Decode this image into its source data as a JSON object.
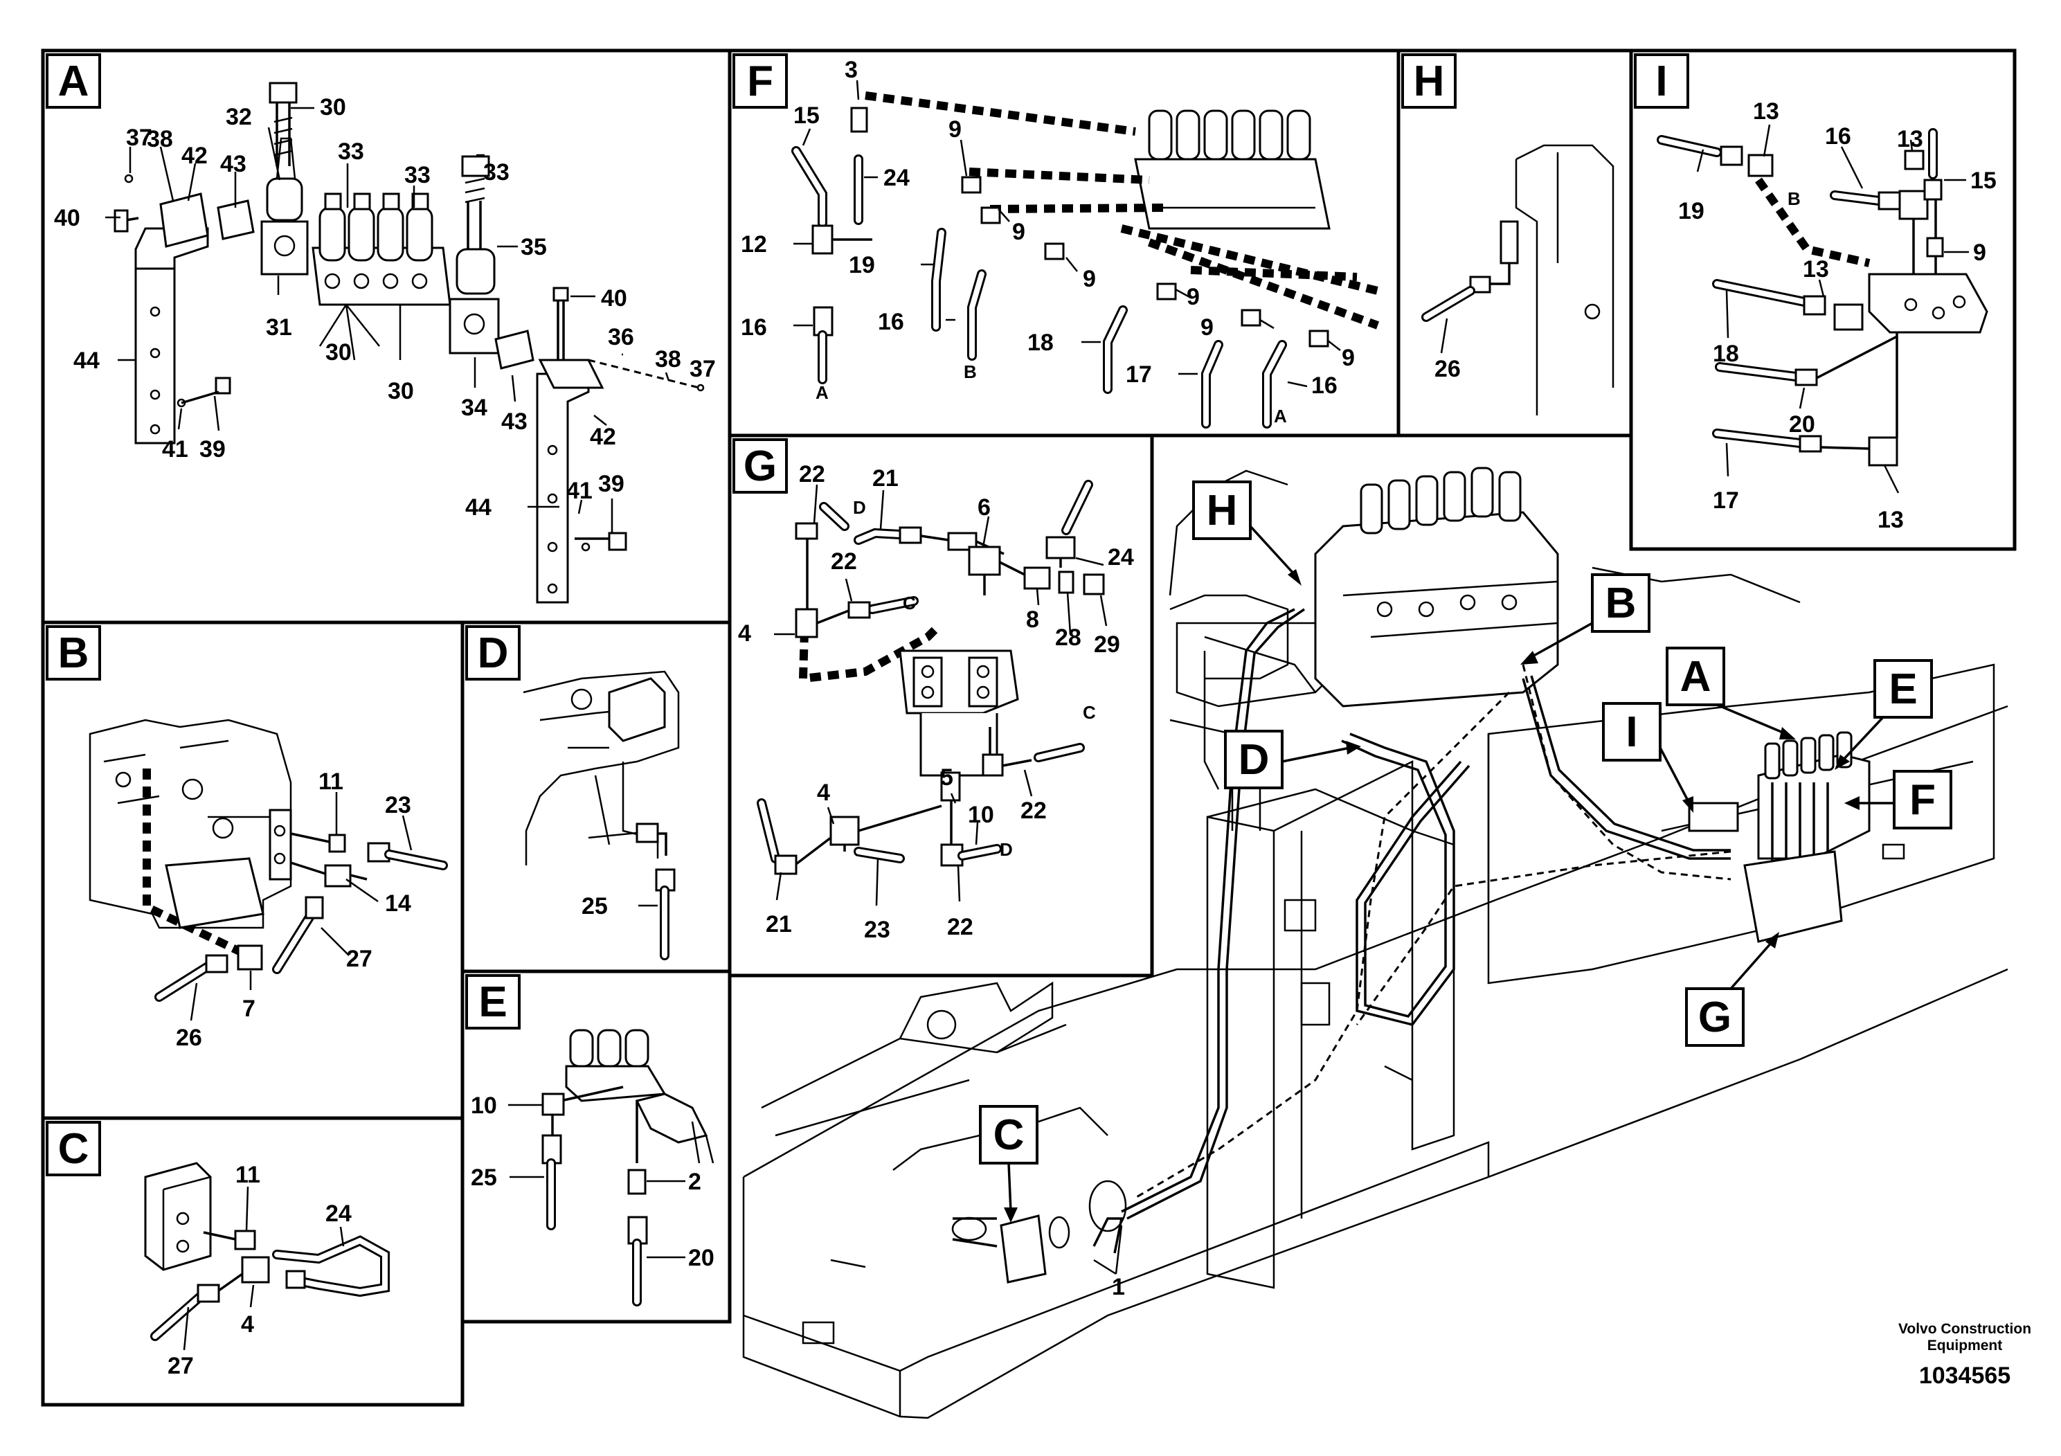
{
  "footer": {
    "brand_line1": "Volvo Construction",
    "brand_line2": "Equipment",
    "drawing_no": "1034565"
  },
  "panels": {
    "A": {
      "letter": "A",
      "labels": [
        "37",
        "38",
        "42",
        "43",
        "32",
        "30",
        "33",
        "33",
        "33",
        "40",
        "31",
        "30",
        "30",
        "35",
        "40",
        "36",
        "38",
        "37",
        "44",
        "41",
        "39",
        "34",
        "43",
        "42",
        "44",
        "41",
        "39"
      ]
    },
    "B": {
      "letter": "B",
      "labels": [
        "11",
        "23",
        "14",
        "27",
        "26",
        "7"
      ]
    },
    "C": {
      "letter": "C",
      "labels": [
        "11",
        "24",
        "4",
        "27"
      ]
    },
    "D": {
      "letter": "D",
      "labels": [
        "25"
      ]
    },
    "E": {
      "letter": "E",
      "labels": [
        "10",
        "25",
        "2",
        "20"
      ]
    },
    "F": {
      "letter": "F",
      "labels": [
        "3",
        "15",
        "9",
        "24",
        "12",
        "9",
        "19",
        "9",
        "16",
        "9",
        "18",
        "9",
        "16",
        "17",
        "9",
        "16"
      ],
      "ports": [
        "A",
        "B",
        "A"
      ]
    },
    "G": {
      "letter": "G",
      "labels": [
        "22",
        "21",
        "6",
        "24",
        "22",
        "4",
        "8",
        "28",
        "29",
        "5",
        "4",
        "10",
        "22",
        "21",
        "23",
        "22"
      ],
      "ports": [
        "D",
        "C",
        "C",
        "D"
      ]
    },
    "H": {
      "letter": "H",
      "labels": [
        "26"
      ]
    },
    "I": {
      "letter": "I",
      "labels": [
        "13",
        "16",
        "13",
        "15",
        "19",
        "9",
        "13",
        "18",
        "20",
        "17",
        "13"
      ],
      "ports": [
        "B"
      ]
    }
  },
  "overview": {
    "callouts": [
      "H",
      "B",
      "A",
      "E",
      "I",
      "F",
      "D",
      "G",
      "C"
    ],
    "labels": [
      "1"
    ]
  }
}
